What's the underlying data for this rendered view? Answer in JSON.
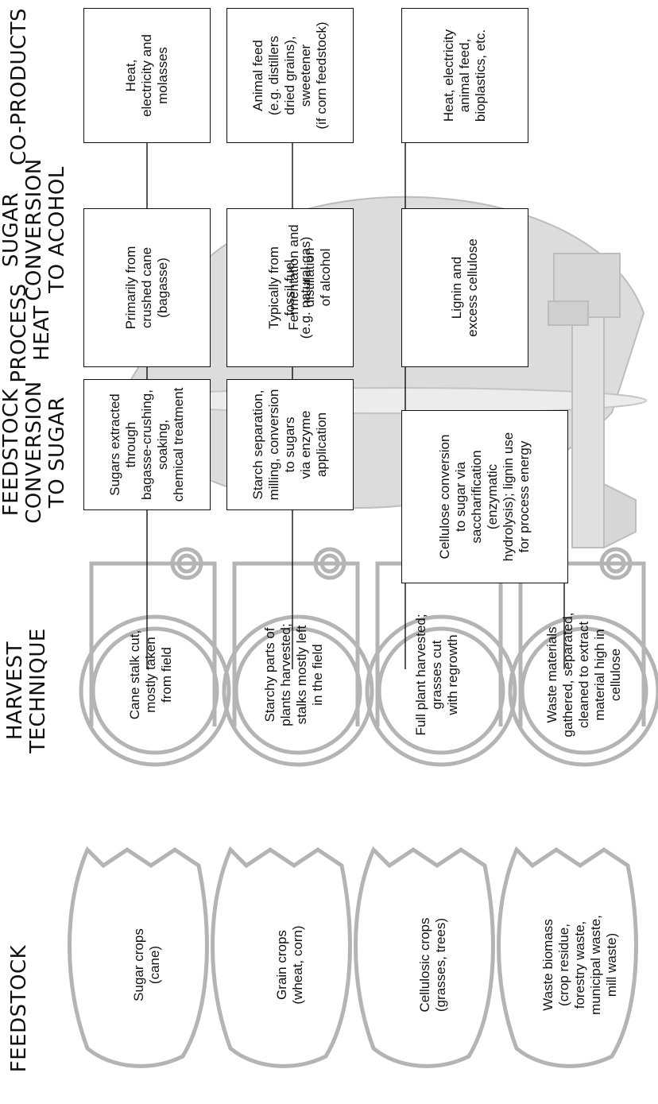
{
  "headers": {
    "feedstock": [
      "FEEDSTOCK"
    ],
    "harvest": [
      "HARVEST",
      "TECHNIQUE"
    ],
    "conversion": [
      "FEEDSTOCK",
      "CONVERSION",
      "TO SUGAR"
    ],
    "heat": [
      "PROCESS",
      "HEAT"
    ],
    "alcohol": [
      "SUGAR",
      "CONVERSION",
      "TO ACOHOL"
    ],
    "coproducts": [
      "CO-PRODUCTS"
    ]
  },
  "feedstocks": [
    [
      "Sugar crops",
      "(cane)"
    ],
    [
      "Grain crops",
      "(wheat, corn)"
    ],
    [
      "Cellulosic crops",
      "(grasses, trees)"
    ],
    [
      "Waste biomass",
      "(crop residue,",
      "forestry waste,",
      "municipal waste,",
      "mill waste)"
    ]
  ],
  "harvest": [
    [
      "Cane stalk  cut,",
      "mostly taken",
      "from field"
    ],
    [
      "Starchy parts of",
      "plants harvested;",
      "stalks mostly left",
      "in the field"
    ],
    [
      "Full plant harvested;",
      "grasses cut",
      "with regrowth"
    ],
    [
      "Waste materials",
      "gathered, separated,",
      "cleaned to extract",
      "material high in",
      "cellulose"
    ]
  ],
  "conversion": [
    [
      "Sugars extracted",
      "through",
      "bagasse-crushing,",
      "soaking,",
      "chemical treatment"
    ],
    [
      "Starch separation,",
      "milling, conversion",
      "to sugars",
      "via enzyme",
      "application"
    ],
    [
      "Cellulose conversion",
      "to sugar via",
      "saccharification",
      "(enzymatic",
      "hydrolysis); lignin use",
      "for process energy"
    ]
  ],
  "heat": [
    [
      "Primarily from",
      "crushed cane",
      "(bagasse)"
    ],
    [
      "Typically from",
      "fossil fuel",
      "(e.g. natural gas)"
    ],
    [
      "Lignin and",
      "excess cellulose"
    ]
  ],
  "alcohol": [
    "Fermentation and",
    "distillation",
    "of alcohol"
  ],
  "coproducts": [
    [
      "Heat,",
      "electricity and",
      "molasses"
    ],
    [
      "Animal feed",
      "(e.g. distillers",
      "dried grains),",
      "sweetener",
      "(if corn feedstock)"
    ],
    [
      "Heat, electricity",
      "animal feed,",
      "bioplastics, etc."
    ]
  ],
  "colors": {
    "line": "#111111",
    "art": "#b0b0b0",
    "flask": "#d2d2d2"
  }
}
